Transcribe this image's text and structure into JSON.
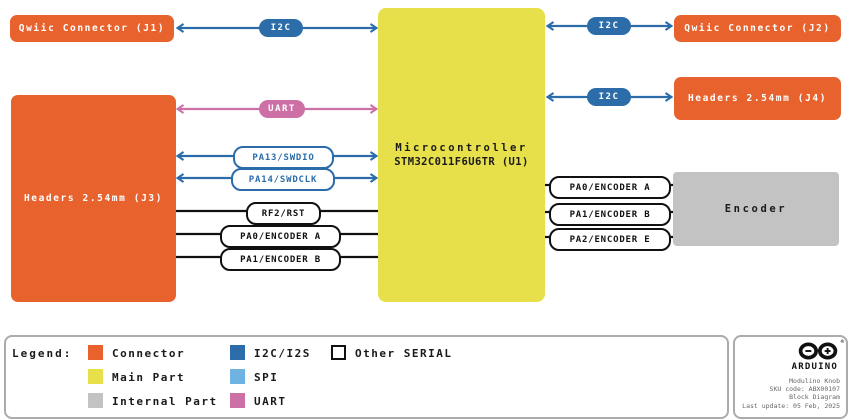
{
  "diagram": {
    "boxes": {
      "j1": {
        "label": "Qwiic Connector (J1)"
      },
      "j2": {
        "label": "Qwiic Connector (J2)"
      },
      "j3": {
        "label": "Headers 2.54mm (J3)"
      },
      "j4": {
        "label": "Headers 2.54mm (J4)"
      },
      "mcu": {
        "line1": "Microcontroller",
        "line2": "STM32C011F6U6TR (U1)"
      },
      "encoder": {
        "label": "Encoder"
      }
    },
    "wire_labels": {
      "i2c_j1": "I2C",
      "i2c_j2": "I2C",
      "i2c_j4": "I2C",
      "uart": "UART",
      "swdio": "PA13/SWDIO",
      "swdclk": "PA14/SWDCLK",
      "rst": "RF2/RST",
      "encoder_a_left": "PA0/ENCODER A",
      "encoder_b_left": "PA1/ENCODER B",
      "encoder_a_right": "PA0/ENCODER A",
      "encoder_b_right": "PA1/ENCODER B",
      "encoder_e_right": "PA2/ENCODER E"
    }
  },
  "legend": {
    "title": "Legend:",
    "items": [
      {
        "label": "Connector",
        "color": "#E8622D"
      },
      {
        "label": "Main Part",
        "color": "#E7E04B"
      },
      {
        "label": "Internal Part",
        "color": "#C3C3C3"
      },
      {
        "label": "I2C/I2S",
        "color": "#2B6CA9"
      },
      {
        "label": "SPI",
        "color": "#6FB3E3"
      },
      {
        "label": "UART",
        "color": "#CC70A6"
      },
      {
        "label": "Other SERIAL",
        "color": "#FFFFFF"
      }
    ]
  },
  "footer": {
    "brand": "ARDUINO",
    "registered_mark": "®",
    "product": "Modulino Knob",
    "sku": "SKU code: ABX00107",
    "doc_type": "Block Diagram",
    "last_update": "Last update: 05 Feb, 2025"
  },
  "colors": {
    "connector_fill": "#E8622D",
    "main_part_fill": "#E7E04B",
    "internal_part_fill": "#C3C3C3",
    "i2c_accent": "#2B6CA9",
    "uart_accent": "#CC70A6",
    "line_black": "#111111"
  }
}
